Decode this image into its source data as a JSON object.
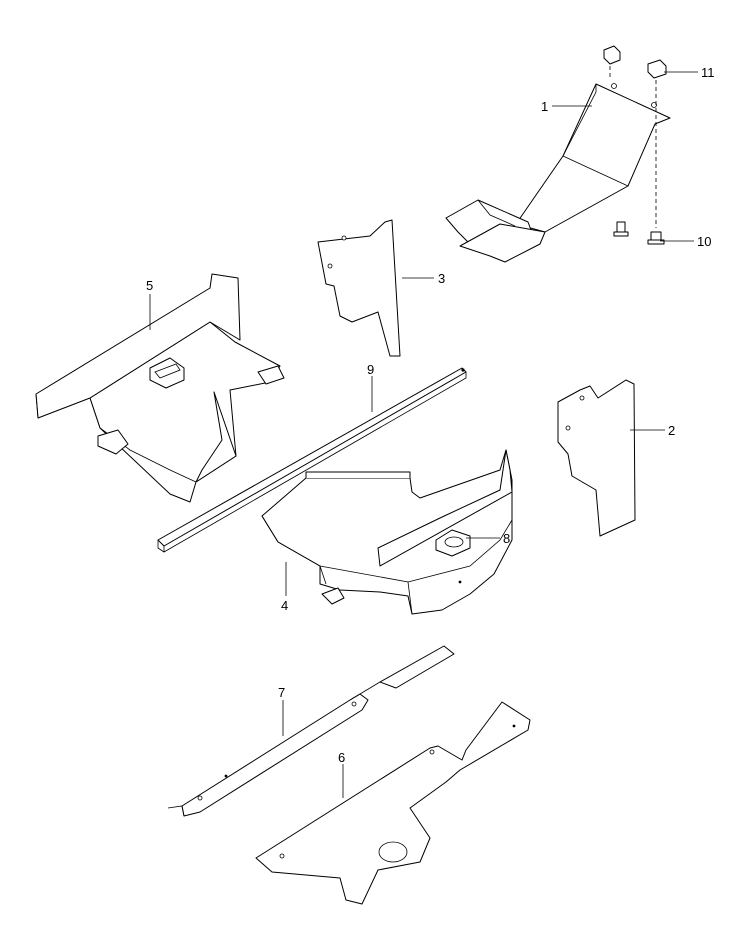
{
  "diagram": {
    "type": "exploded-parts-view",
    "callouts": [
      {
        "id": "1",
        "part": "top-right-bracket"
      },
      {
        "id": "2",
        "part": "right-flat-plate"
      },
      {
        "id": "3",
        "part": "center-flat-plate"
      },
      {
        "id": "4",
        "part": "center-shield-tray"
      },
      {
        "id": "5",
        "part": "left-shield-tray"
      },
      {
        "id": "6",
        "part": "lower-long-plate"
      },
      {
        "id": "7",
        "part": "lower-strip"
      },
      {
        "id": "8",
        "part": "grommet"
      },
      {
        "id": "9",
        "part": "seal-strip"
      },
      {
        "id": "10",
        "part": "bolt"
      },
      {
        "id": "11",
        "part": "clip-nut"
      }
    ]
  }
}
